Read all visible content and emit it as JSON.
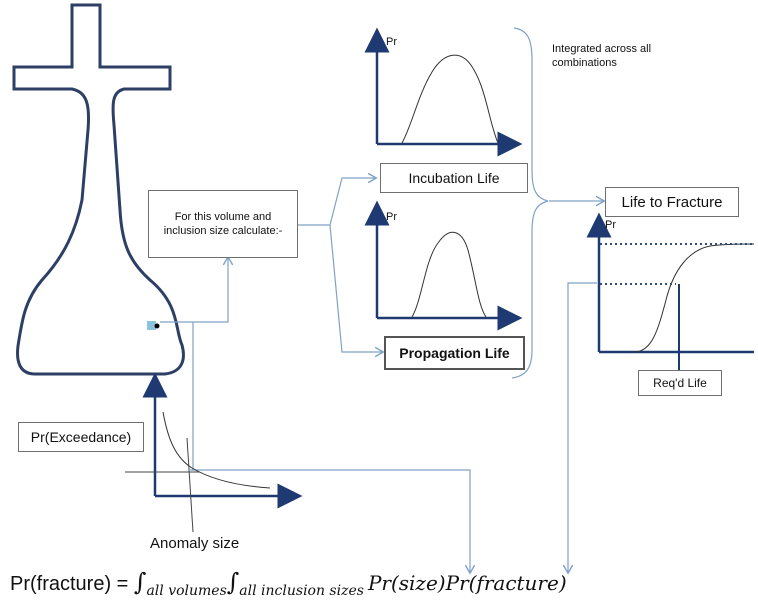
{
  "notes": {
    "integrated": "Integrated across all combinations"
  },
  "boxes": {
    "calc": "For this volume and inclusion size calculate:-",
    "incubation": "Incubation Life",
    "propagation": "Propagation Life",
    "fracture": "Life to Fracture",
    "reqd": "Req'd Life",
    "exceedance": "Pr(Exceedance)"
  },
  "axes": {
    "pr_incubation": "Pr",
    "pr_propagation": "Pr",
    "pr_fracture": "Pr",
    "anomaly": "Anomaly size"
  },
  "equation": {
    "lhs": "Pr(fracture) = ",
    "int1_sub": "all volumes",
    "int2_sub": "all inclusion sizes",
    "rhs": "Pr(size)Pr(fracture)"
  },
  "colors": {
    "outline": "#2e3f66",
    "connector": "#7fa2c8",
    "dotted": "#2e4c80",
    "axis": "#1f3a73"
  }
}
